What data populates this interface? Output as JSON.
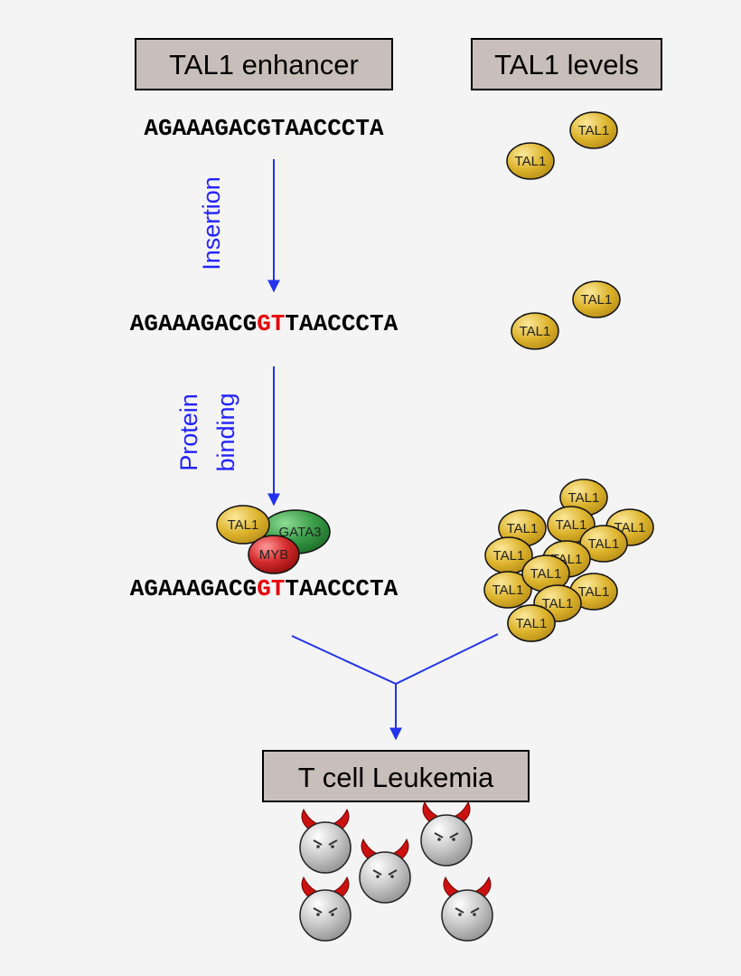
{
  "headers": {
    "enhancer": "TAL1 enhancer",
    "levels": "TAL1 levels",
    "outcome": "T cell Leukemia"
  },
  "sequences": {
    "original": "AGAAAGACGTAACCCTA",
    "mutant_prefix": "AGAAAGACG",
    "mutant_insert": "GT",
    "mutant_suffix": "TAACCCTA"
  },
  "steps": {
    "insertion": "Insertion",
    "binding_line1": "Protein",
    "binding_line2": "binding"
  },
  "proteins": {
    "tal1": "TAL1",
    "gata3": "GATA3",
    "myb": "MYB"
  },
  "tal1_counts": {
    "original": 2,
    "insertion": 2,
    "binding": 13
  },
  "leukemia_cells": 5,
  "colors": {
    "background": "#f4f4f4",
    "box_fill": "#c9bfba",
    "arrow": "#2233ee",
    "insert_highlight": "#e8000b",
    "tal1": "#d4a820",
    "gata3": "#2e8b3e",
    "myb": "#c01e1e",
    "cell": "#a9a9a9",
    "horns": "#cc1111"
  },
  "icons": {
    "leukemia_cell": "devil-cell-icon"
  }
}
